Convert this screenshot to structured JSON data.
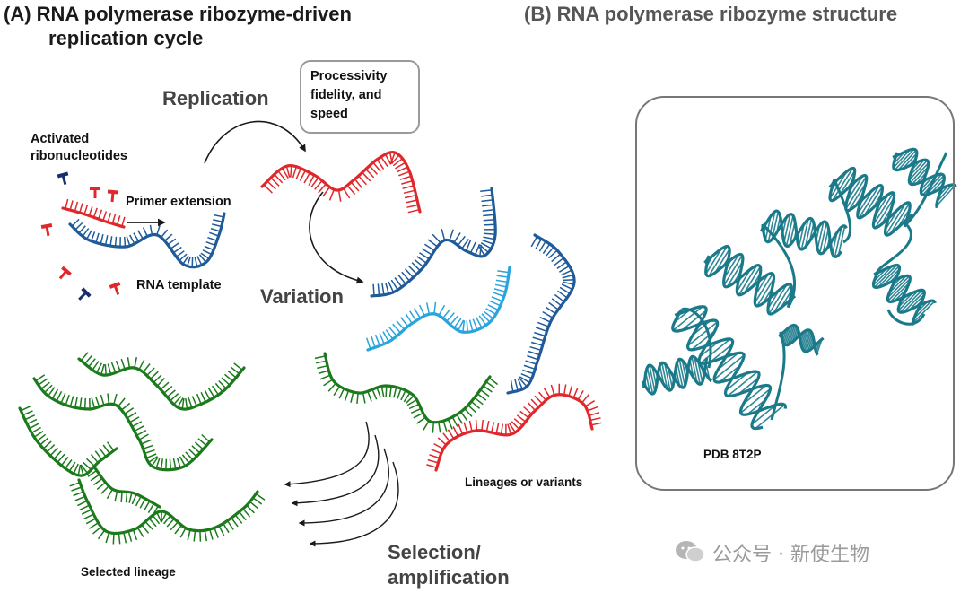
{
  "panel_a": {
    "label": "(A)",
    "title_line1": "RNA polymerase ribozyme-driven",
    "title_line2": "replication cycle",
    "stages": {
      "replication": "Replication",
      "variation": "Variation",
      "selection_line1": "Selection/",
      "selection_line2": "amplification"
    },
    "callout": {
      "line1": "Processivity",
      "line2": "fidelity, and",
      "line3": "speed"
    },
    "labels": {
      "activated_line1": "Activated",
      "activated_line2": "ribonucleotides",
      "primer_extension": "Primer extension",
      "rna_template": "RNA template",
      "lineages": "Lineages or variants",
      "selected_lineage": "Selected lineage"
    }
  },
  "panel_b": {
    "label": "(B)",
    "title": "RNA polymerase ribozyme structure",
    "pdb_label": "PDB 8T2P"
  },
  "watermark": "公众号 · 新使生物",
  "colors": {
    "template_blue": "#1f5a99",
    "primer_red": "#e0272b",
    "light_blue": "#29a4dd",
    "green": "#1b7a1b",
    "navy": "#14306b",
    "structure_teal": "#1a7a8a",
    "arrow": "#1a1a1a"
  }
}
